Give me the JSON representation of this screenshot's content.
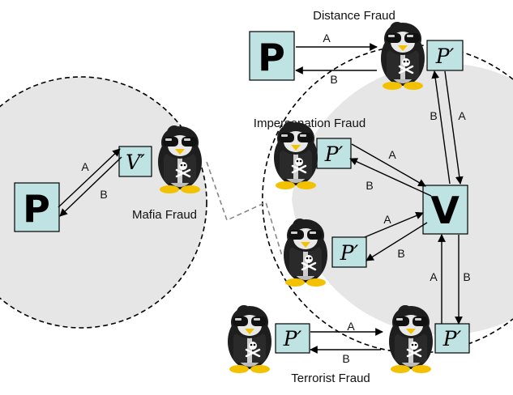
{
  "labels": {
    "distance": "Distance Fraud",
    "impersonation": "Impersonation Fraud",
    "mafia": "Mafia Fraud",
    "terrorist": "Terrorist Fraud"
  },
  "boxes": {
    "prover": "P",
    "prover_prime": "P′",
    "verifier": "V",
    "verifier_prime": "V′"
  },
  "edges": {
    "a": "A",
    "b": "B"
  },
  "colors": {
    "box_fill": "#bfe2e3",
    "region_fill": "#e6e6e6",
    "penguin_body": "#222222",
    "penguin_belly": "#bdbdbd",
    "feet": "#f2c200"
  },
  "icons": [
    "penguin-pirate-icon",
    "skull-crossbones-icon",
    "sunglasses-icon"
  ]
}
